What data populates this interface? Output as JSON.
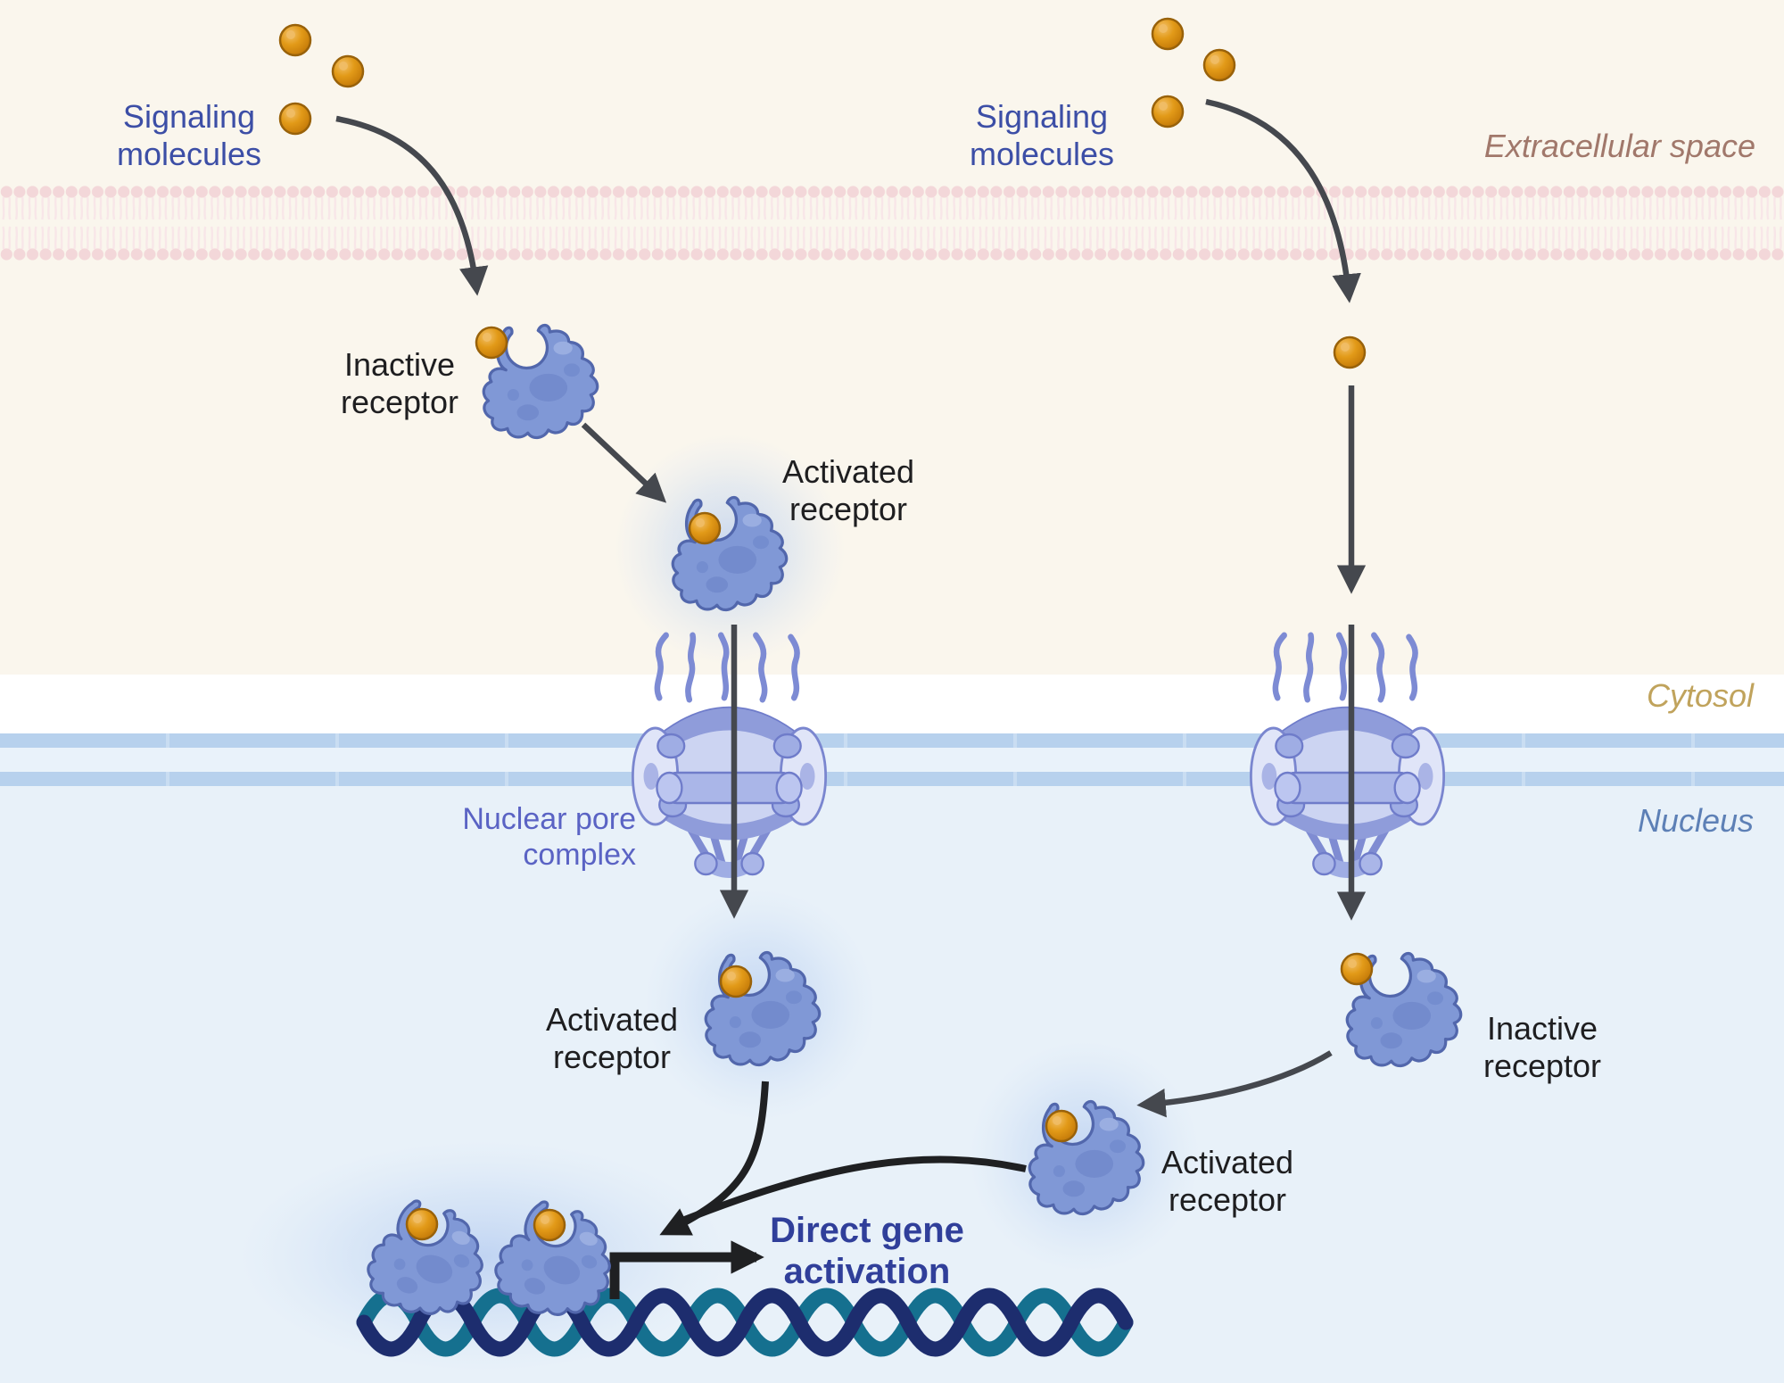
{
  "regions": {
    "extracellular": "Extracellular space",
    "cytosol": "Cytosol",
    "nucleus": "Nucleus"
  },
  "left_pathway": {
    "signaling_molecules": "Signaling\nmolecules",
    "inactive_receptor": "Inactive\nreceptor",
    "activated_receptor_cytosol": "Activated\nreceptor",
    "nuclear_pore_complex": "Nuclear pore\ncomplex",
    "activated_receptor_nucleus": "Activated\nreceptor"
  },
  "right_pathway": {
    "signaling_molecules": "Signaling\nmolecules",
    "inactive_receptor": "Inactive\nreceptor",
    "activated_receptor": "Activated\nreceptor"
  },
  "outcome": {
    "direct_gene_activation": "Direct gene\nactivation"
  },
  "colors": {
    "extracellular_bg": "#faf6ed",
    "cytosol_bg": "#ffffff",
    "nucleus_bg": "#e8f1f9",
    "membrane_pink": "#f3d7d9",
    "nuclear_envelope_blue": "#b7d1ed",
    "signaling_label_blue": "#3c4ea6",
    "npc_label_violet": "#5a63c4",
    "gene_label_indigo": "#303f9a",
    "extracellular_label": "#a1786b",
    "cytosol_label": "#c0a35c",
    "nucleus_label": "#5d80b6",
    "receptor_fill": "#8098d6",
    "receptor_outline": "#5267ac",
    "ligand_orange": "#d9880f",
    "pore_lavender": "#aab6e8",
    "dna_navy": "#1d2d6e",
    "dna_teal": "#15708f",
    "arrow_gray": "#45484e",
    "arrow_dark": "#1f2022"
  }
}
